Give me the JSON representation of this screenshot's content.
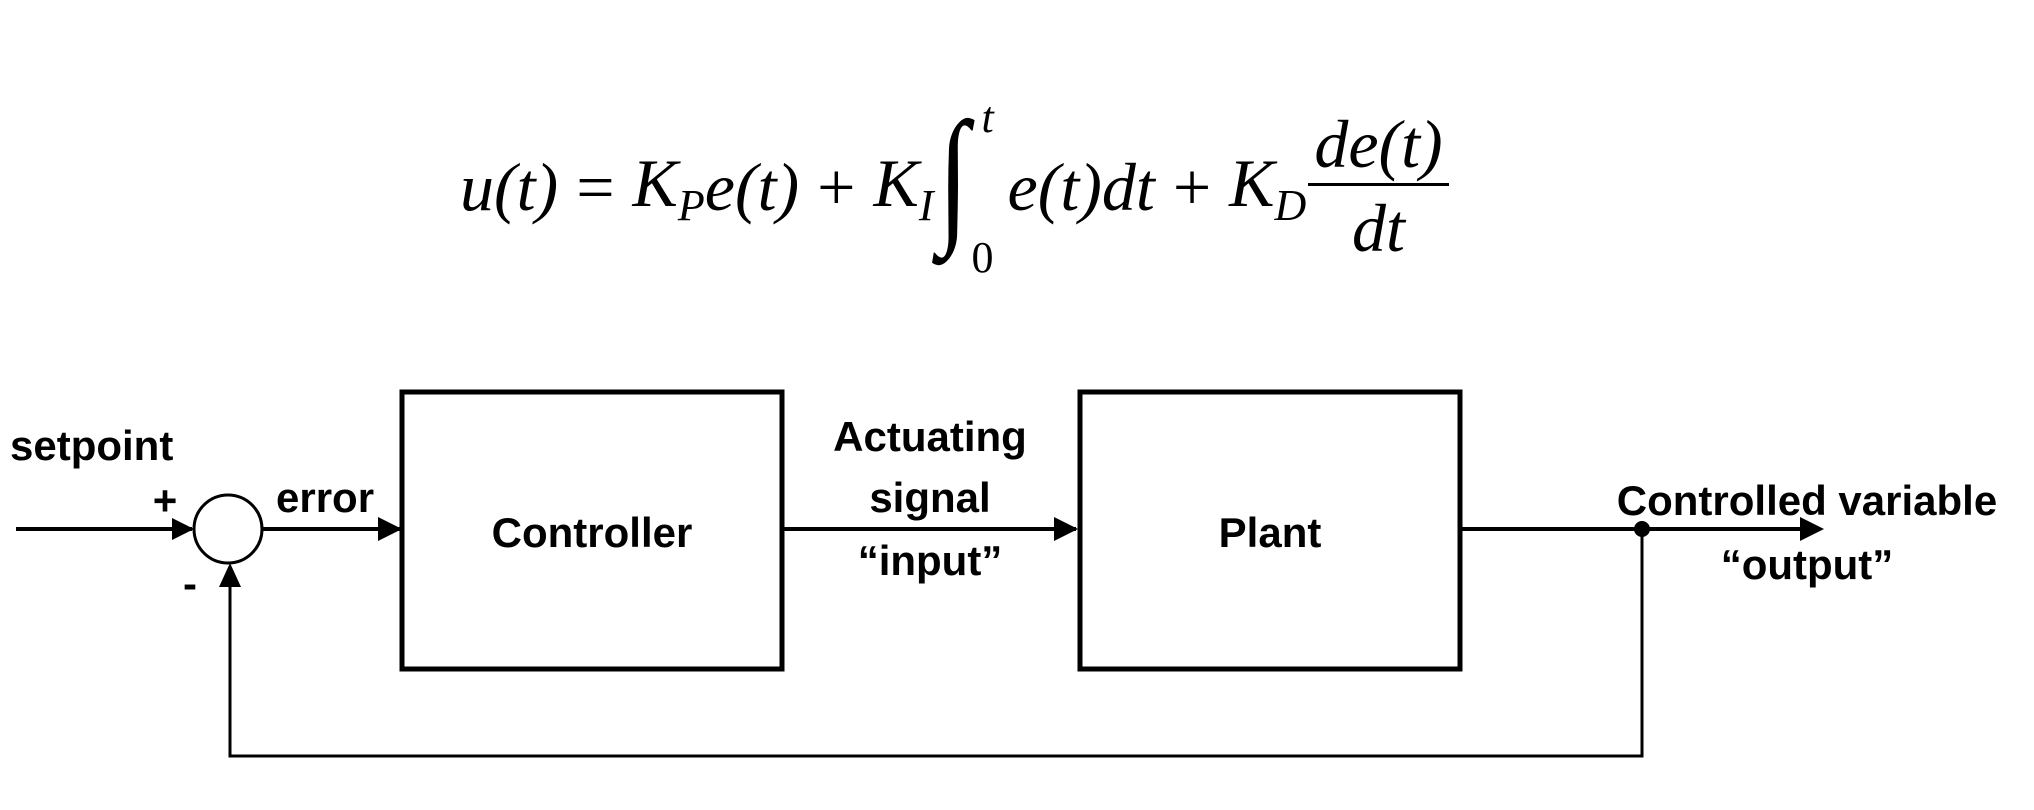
{
  "equation": {
    "lhs": "u(t)",
    "equals": "=",
    "kp": "K",
    "kp_sub": "P",
    "term1": "e(t)",
    "plus1": "+",
    "ki": "K",
    "ki_sub": "I",
    "integral": "∫",
    "int_upper": "t",
    "int_lower": "0",
    "term2": "e(t)dt",
    "plus2": "+",
    "kd": "K",
    "kd_sub": "D",
    "frac_num": "de(t)",
    "frac_den": "dt"
  },
  "diagram": {
    "setpoint": "setpoint",
    "plus_sign": "+",
    "minus_sign": "-",
    "error": "error",
    "controller": "Controller",
    "actuating_line1": "Actuating",
    "actuating_line2": "signal",
    "actuating_line3": "“input”",
    "plant": "Plant",
    "output_line1": "Controlled variable",
    "output_line2": "“output”"
  }
}
